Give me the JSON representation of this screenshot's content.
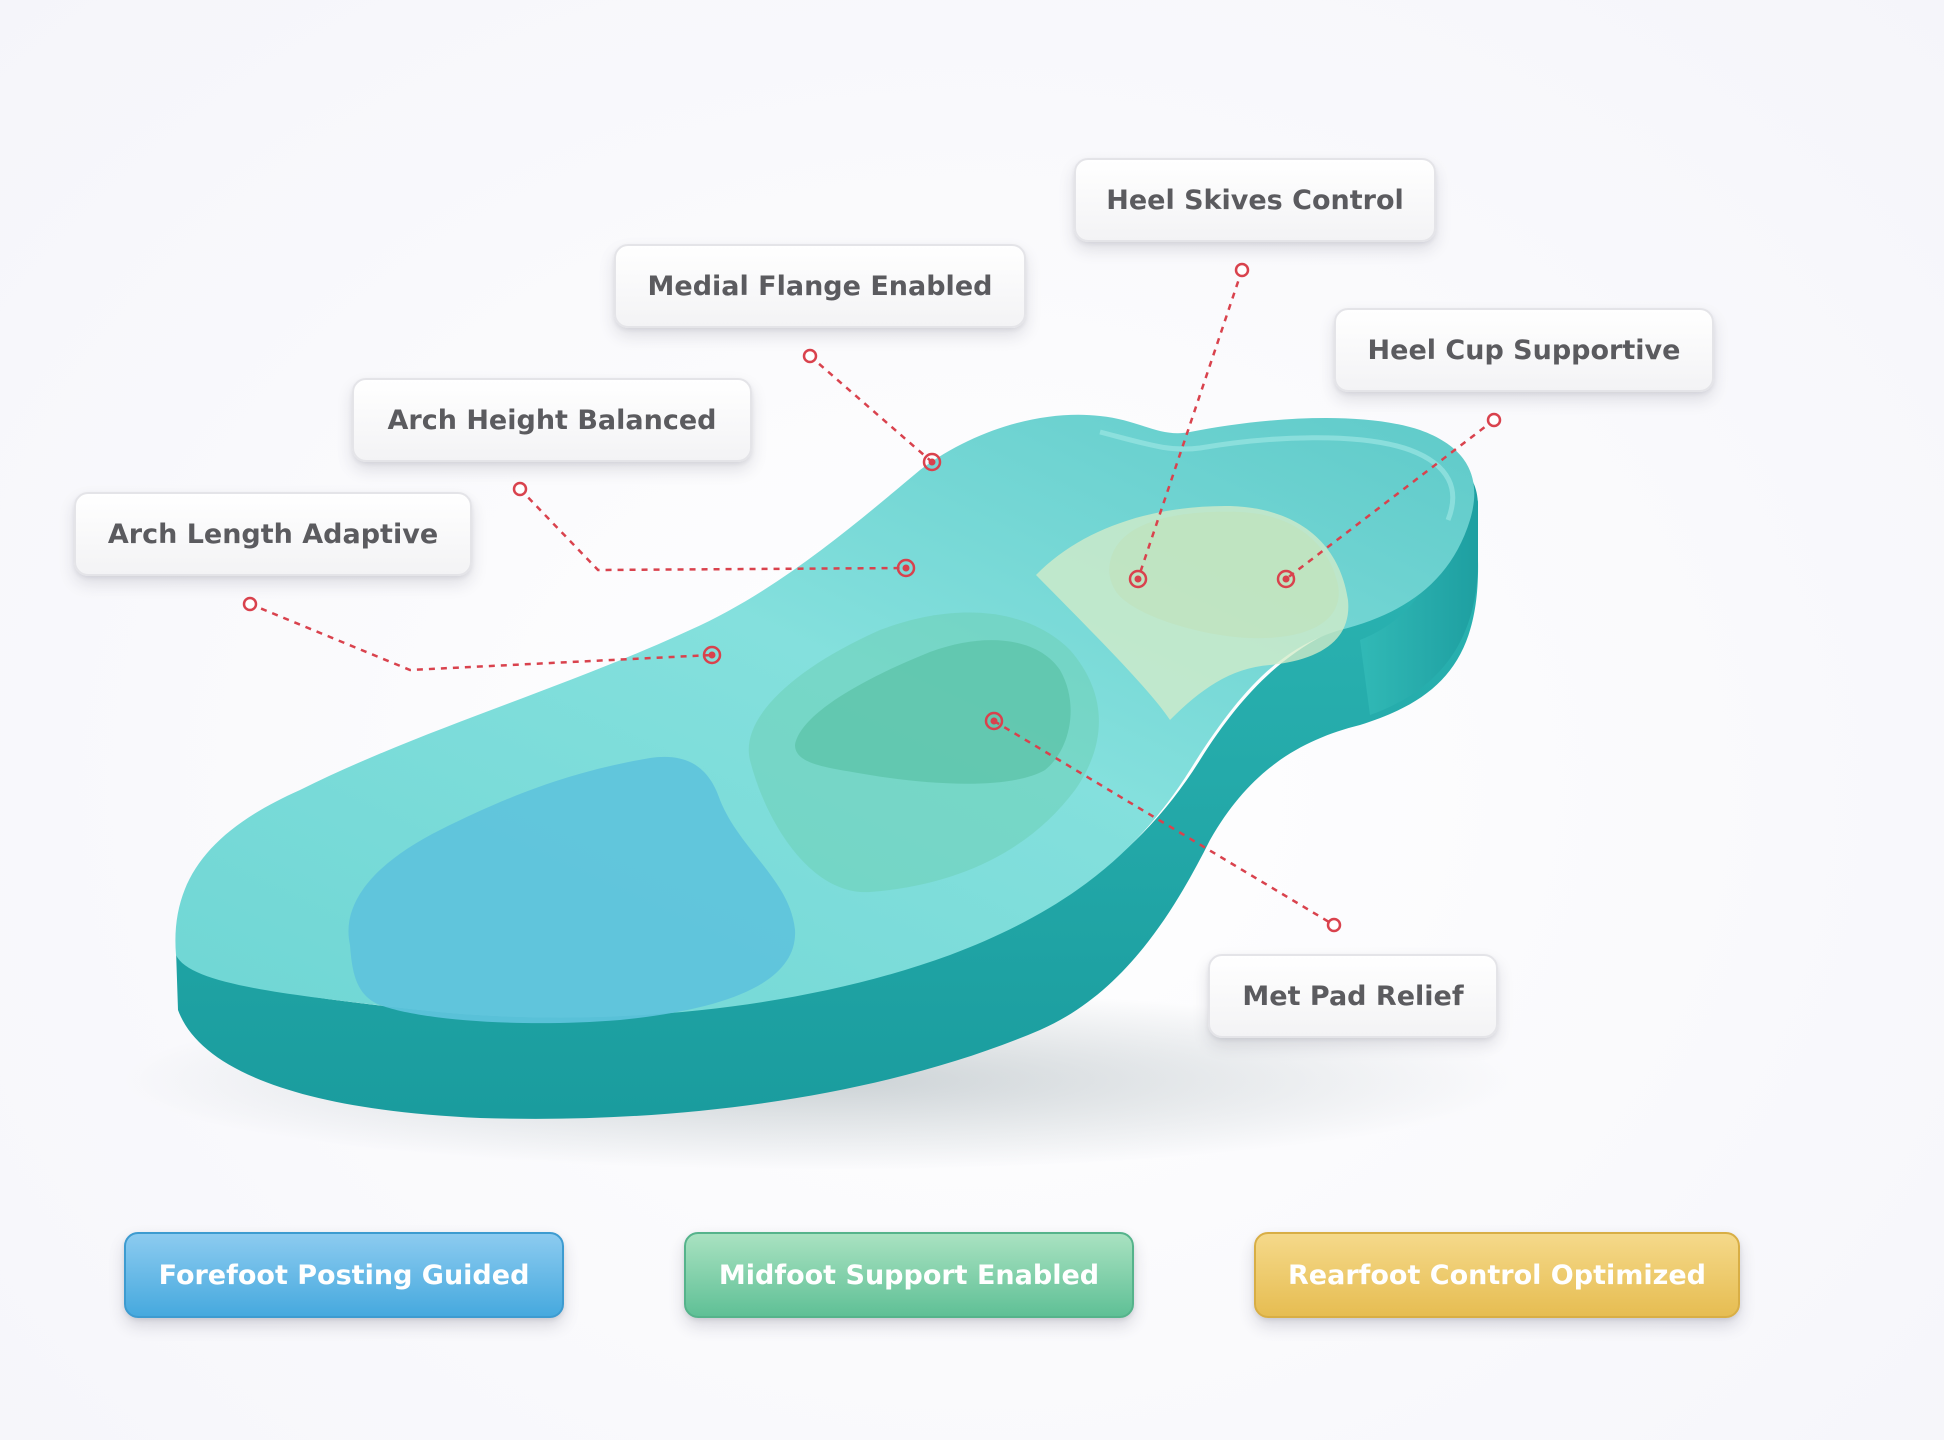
{
  "callouts": {
    "heel_skives": "Heel Skives Control",
    "medial_flange": "Medial Flange Enabled",
    "heel_cup": "Heel Cup Supportive",
    "arch_height": "Arch Height Balanced",
    "arch_length": "Arch Length Adaptive",
    "met_pad": "Met Pad Relief"
  },
  "regions": {
    "forefoot": "Forefoot Posting Guided",
    "midfoot": "Midfoot Support Enabled",
    "rearfoot": "Rearfoot Control Optimized"
  },
  "colors": {
    "insole_top": "#74d8d6",
    "insole_side": "#1fa8a8",
    "forefoot_zone": "#5ec3dc",
    "midfoot_zone": "#6dcfb6",
    "rearfoot_zone": "#c7e6c6",
    "leader_line": "#d9424d",
    "forefoot_button": "#46a9de",
    "midfoot_button": "#5fc096",
    "rearfoot_button": "#e6bd52"
  }
}
